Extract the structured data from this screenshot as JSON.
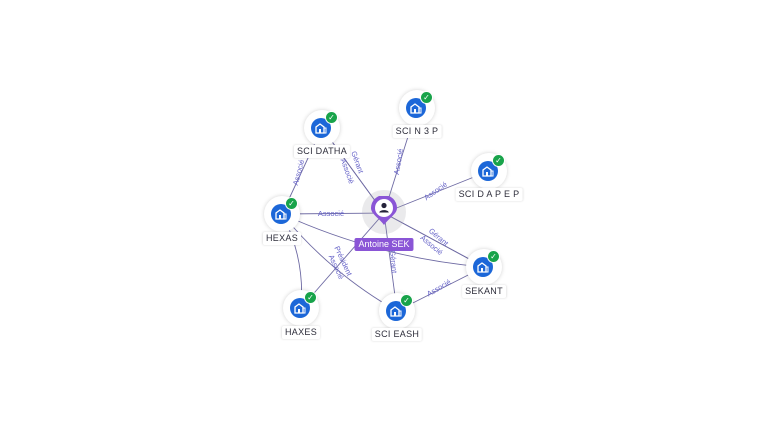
{
  "graph": {
    "center": {
      "name": "Antoine SEK"
    },
    "companies": [
      {
        "id": "datha",
        "name": "SCI DATHA",
        "verified": true
      },
      {
        "id": "n3p",
        "name": "SCI N 3 P",
        "verified": true
      },
      {
        "id": "dapep",
        "name": "SCI D A P E P",
        "verified": true
      },
      {
        "id": "hexas",
        "name": "HEXAS",
        "verified": true
      },
      {
        "id": "sekant",
        "name": "SEKANT",
        "verified": true
      },
      {
        "id": "haxes",
        "name": "HAXES",
        "verified": true
      },
      {
        "id": "easth",
        "name": "SCI EASH",
        "verified": true
      }
    ],
    "edge_labels": {
      "associe": "Associé",
      "gerant": "Gérant",
      "president": "Président"
    }
  },
  "colors": {
    "company_icon": "#1c67d8",
    "check": "#18a34a",
    "person_accent": "#8a55d6",
    "edge": "#6e6aa3",
    "edge_label": "#6663c8"
  },
  "icons": {
    "company": "building-icon",
    "verified": "check-icon",
    "person": "user-icon"
  }
}
